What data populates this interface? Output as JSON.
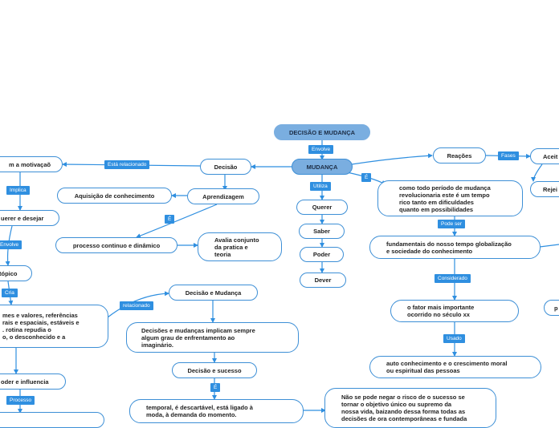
{
  "nodes": {
    "decisao_mudanca_root": "DECISÃO E MUDANÇA",
    "mudanca": "MUDANÇA",
    "decisao": "Decisão",
    "motivacao": "m a motivaçaõ",
    "aprendizagem": "Aprendizagem",
    "aquisicao": "Aquisição de conhecimento",
    "processo_continuo": "processo continuo e dinâmico",
    "avalia": "Avalia conjunto\nda pratica e\nteoria",
    "querer_desejar": "uerer e desejar",
    "topico": "tópico",
    "normas": "mes e valores, referências\nrais e espaciais, estáveis e\n. rotina repudia o\no, o desconhecido e a",
    "decisao_e_mudanca": "Decisão e Mudança",
    "decisoes_mudancas": "Decisões e mudanças implicam sempre\nalgum grau de enfrentamento ao\nimaginário.",
    "decisao_sucesso": "Decisão e sucesso",
    "temporal": "temporal, é descartável, está ligado à\nmoda, à demanda do momento.",
    "poder_influencia": "oder e influencia",
    "nao_se_pode": "Não se pode negar o risco de o sucesso se\ntornar o objetivo único ou supremo da\nnossa vida, baizando dessa forma todas as\ndecisões de ora contemporâneas e fundada",
    "querer": "Querer",
    "saber": "Saber",
    "poder": "Poder",
    "dever": "Dever",
    "reacoes": "Reações",
    "aceit": "Aceit",
    "rejei": "Rejei",
    "como_todo": "como todo período de mudança\nrevolucionaria este é um tempo\nrico tanto em dificuldades\nquanto em possibilidades",
    "fundamentais": "fundamentais do nosso tempo globalização\ne sociedade do conhecimento",
    "fator": "o fator mais importante\nocorrido no século  xx",
    "auto_conhecimento": "auto conhecimento e o crescimento moral\nou espiritual das pessoas",
    "p_right": "p"
  },
  "tags": {
    "envolve": "Envolve",
    "esta_relacionado": "Está relacionado",
    "implica": "Implica",
    "e1": "É",
    "envolve2": "Envolve",
    "cria": "Cria",
    "relacionado": "relacionado",
    "processo": "Processo",
    "e2": "É",
    "utiliza": "Utiliza",
    "fases": "Fases",
    "e3": "É",
    "pode_ser": "Pode ser",
    "considerado": "Considerado",
    "usado": "Usado"
  },
  "colors": {
    "line": "#2f8fe0",
    "tag": "#2f8fe0",
    "root": "#7aaee0",
    "border": "#3d8fd6"
  }
}
